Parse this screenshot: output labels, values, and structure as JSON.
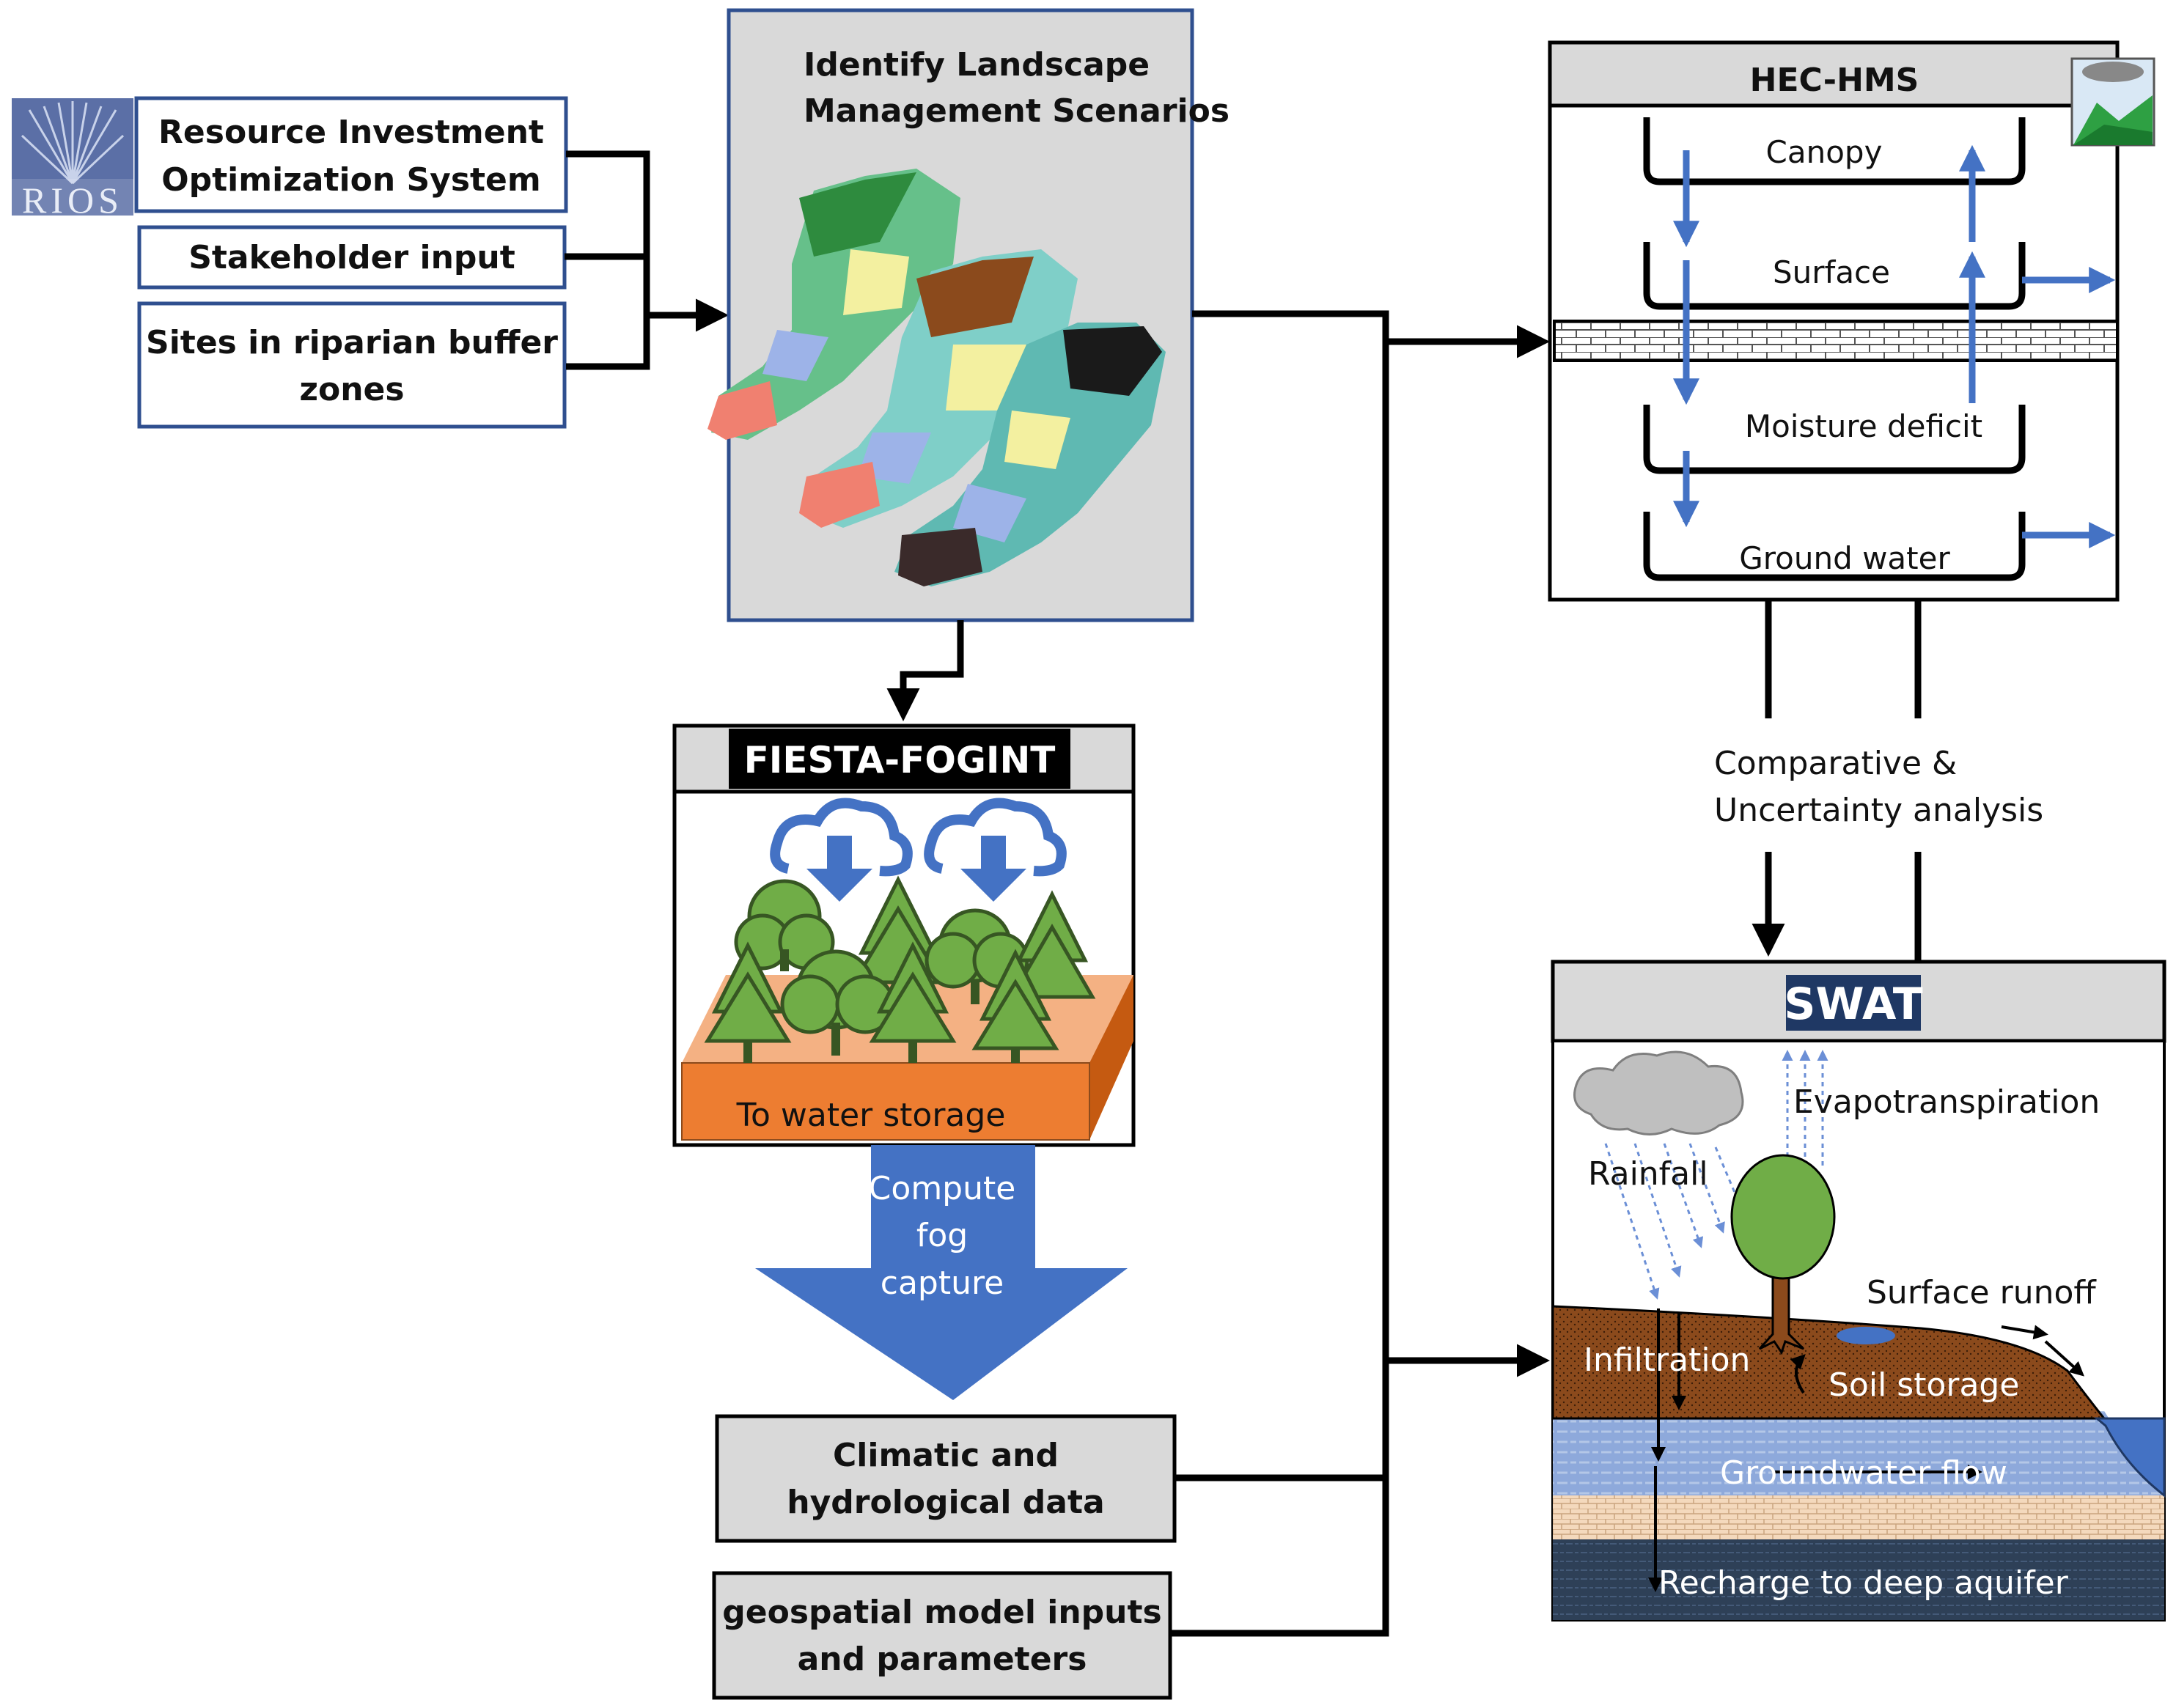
{
  "rios": {
    "logo_text": "RIOS",
    "title_line1": "Resource Investment",
    "title_line2": "Optimization System",
    "stakeholder": "Stakeholder input",
    "riparian_line1": "Sites in riparian buffer",
    "riparian_line2": "zones"
  },
  "scenarios": {
    "title_line1": "Identify Landscape",
    "title_line2": "Management Scenarios"
  },
  "fiesta": {
    "title": "FIESTA-FOGINT",
    "storage_label": "To water storage",
    "arrow_line1": "Compute",
    "arrow_line2": "fog",
    "arrow_line3": "capture"
  },
  "inputs": {
    "climatic_line1": "Climatic and",
    "climatic_line2": "hydrological data",
    "geo_line1": "geospatial model inputs",
    "geo_line2": "and parameters"
  },
  "hechms": {
    "title": "HEC-HMS",
    "layers": [
      "Canopy",
      "Surface",
      "Moisture deficit",
      "Ground water"
    ]
  },
  "analysis": {
    "line1": "Comparative &",
    "line2": "Uncertainty analysis"
  },
  "swat": {
    "title": "SWAT",
    "evapotranspiration": "Evapotranspiration",
    "rainfall": "Rainfall",
    "surface_runoff": "Surface runoff",
    "infiltration": "Infiltration",
    "soil_storage": "Soil storage",
    "groundwater_flow": "Groundwater flow",
    "recharge": "Recharge to deep aquifer"
  },
  "colors": {
    "box_border": "#2f4f8f",
    "panel_grey": "#d9d9d9",
    "arrow_blue": "#4472c4",
    "soil_orange": "#ed7d31",
    "soil_brown": "#8b4a1c",
    "tree_green": "#70ad47",
    "swat_navy": "#1f3864"
  }
}
